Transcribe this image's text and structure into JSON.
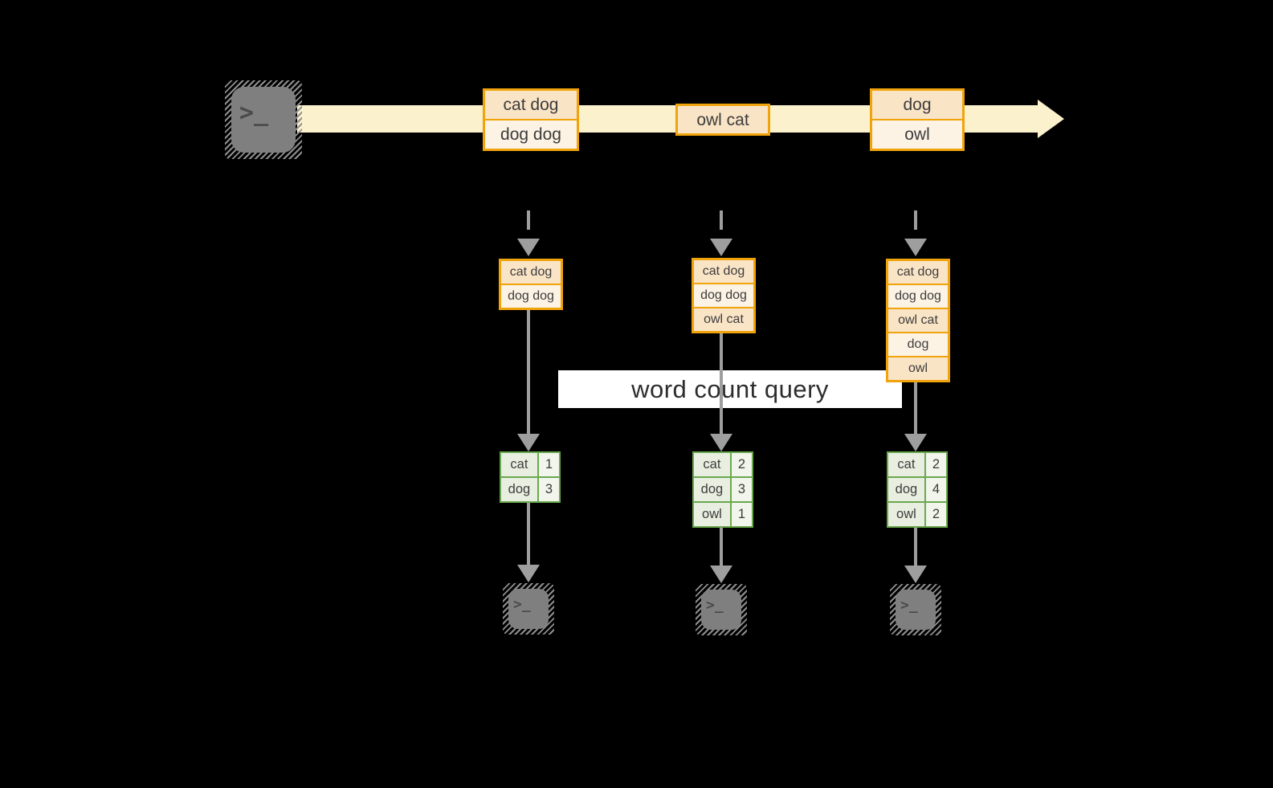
{
  "colors": {
    "background": "#000000",
    "stream_band": "#FBF1CD",
    "event_border": "#F0A30A",
    "event_fill_dark": "#FAE4C6",
    "event_fill_light": "#FDF3E5",
    "result_border": "#6AA84F",
    "result_fill_word": "#E8EFE1",
    "result_fill_count": "#F1F5EC",
    "arrow_gray": "#9E9E9E",
    "terminal_gray": "#7F7F7F",
    "query_band_bg": "#FFFFFF",
    "text_dark": "#3C3C3C"
  },
  "icons": {
    "terminal_prompt": ">_"
  },
  "stream": {
    "events": [
      {
        "lines": [
          "cat dog",
          "dog dog"
        ]
      },
      {
        "lines": [
          "owl cat"
        ]
      },
      {
        "lines": [
          "dog",
          "owl"
        ]
      }
    ]
  },
  "query": {
    "label": "word count query"
  },
  "columns": [
    {
      "batch": [
        "cat dog",
        "dog dog"
      ],
      "counts": [
        {
          "word": "cat",
          "count": "1"
        },
        {
          "word": "dog",
          "count": "3"
        }
      ]
    },
    {
      "batch": [
        "cat dog",
        "dog dog",
        "owl cat"
      ],
      "counts": [
        {
          "word": "cat",
          "count": "2"
        },
        {
          "word": "dog",
          "count": "3"
        },
        {
          "word": "owl",
          "count": "1"
        }
      ]
    },
    {
      "batch": [
        "cat dog",
        "dog dog",
        "owl cat",
        "dog",
        "owl"
      ],
      "counts": [
        {
          "word": "cat",
          "count": "2"
        },
        {
          "word": "dog",
          "count": "4"
        },
        {
          "word": "owl",
          "count": "2"
        }
      ]
    }
  ]
}
